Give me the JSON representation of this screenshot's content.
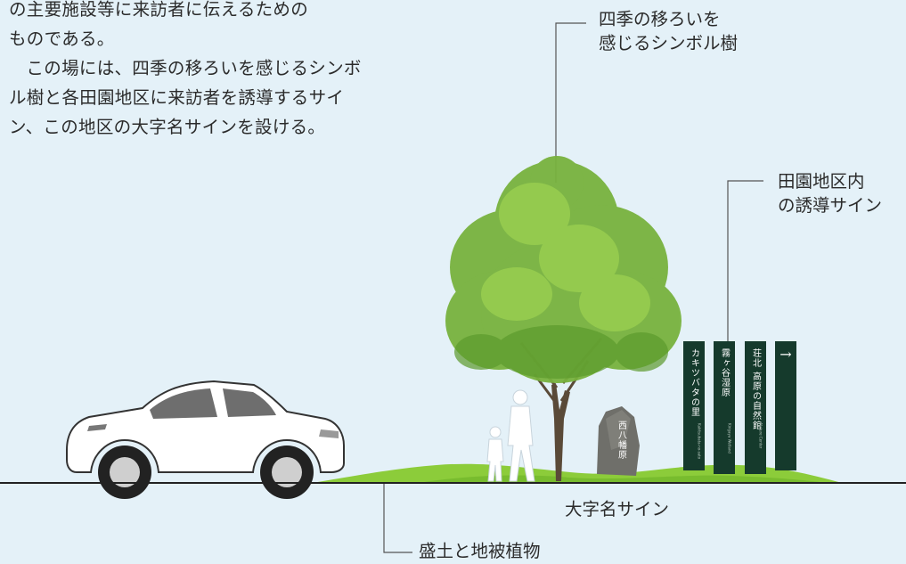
{
  "intro": {
    "line_top": "の主要施設等に来訪者に伝えるための",
    "line_end": "ものである。",
    "para2": "この場には、四季の移ろいを感じるシンボル樹と各田園地区に来訪者を誘導するサイン、この地区の大字名サインを設ける。"
  },
  "labels": {
    "tree": "四季の移ろいを\n感じるシンボル樹",
    "guide_signs": "田園地区内\nの誘導サイン",
    "district_sign": "大字名サイン",
    "ground": "盛土と地被植物"
  },
  "signs": [
    {
      "text": "カキツバタの里",
      "sub": "Kakitsubata-no-sato"
    },
    {
      "text": "霧ヶ谷湿原",
      "sub": "Kirigaya Wetland"
    },
    {
      "text": "荘北 高原の自然館",
      "sub": "Nature Center"
    },
    {
      "text": "→",
      "sub": ""
    }
  ],
  "stone_text": "西八幡原",
  "colors": {
    "background": "#e4f1f8",
    "sign_panel": "#153a2c",
    "grass": "#8ccc3a",
    "leader_line": "#555555",
    "ground_line": "#222222"
  }
}
